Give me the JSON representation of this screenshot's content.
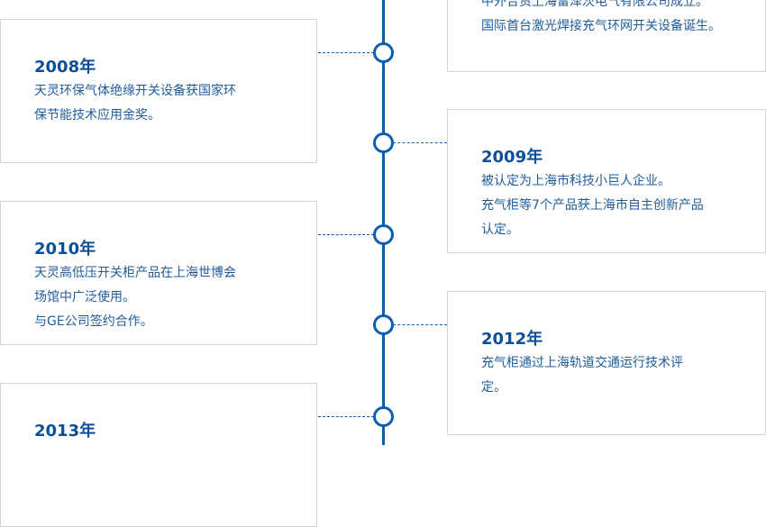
{
  "events": [
    {
      "year": "",
      "text": "中外合资上海雷泽茨电气有限公司成立。\n国际首台激光焊接充气环网开关设备诞生。"
    },
    {
      "year": "2008年",
      "text": "天灵环保气体绝缘开关设备获国家环\n保节能技术应用金奖。"
    },
    {
      "year": "2009年",
      "text": "被认定为上海市科技小巨人企业。\n充气柜等7个产品获上海市自主创新产品\n认定。"
    },
    {
      "year": "2010年",
      "text": "天灵高低压开关柜产品在上海世博会\n场馆中广泛使用。\n与GE公司签约合作。"
    },
    {
      "year": "2012年",
      "text": "充气柜通过上海轨道交通运行技术评\n定。"
    },
    {
      "year": "2013年",
      "text": ""
    }
  ]
}
